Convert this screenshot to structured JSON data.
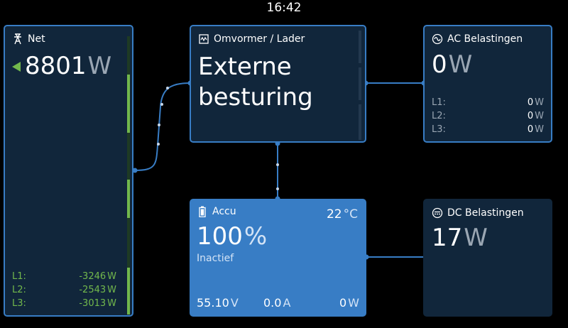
{
  "clock": "16:42",
  "colors": {
    "accent": "#387dc5",
    "tile_bg": "#11263b",
    "green": "#72b84c",
    "unit_gray": "#9aa6b3"
  },
  "grid": {
    "title": "Net",
    "icon": "power-pylon-icon",
    "power_value": "8801",
    "power_unit": "W",
    "phases": [
      {
        "label": "L1:",
        "value": "-3246",
        "unit": "W"
      },
      {
        "label": "L2:",
        "value": "-2543",
        "unit": "W"
      },
      {
        "label": "L3:",
        "value": "-3013",
        "unit": "W"
      }
    ]
  },
  "inverter": {
    "title": "Omvormer / Lader",
    "icon": "inverter-icon",
    "state_line1": "Externe",
    "state_line2": "besturing"
  },
  "ac_loads": {
    "title": "AC Belastingen",
    "icon": "ac-sine-icon",
    "power_value": "0",
    "power_unit": "W",
    "phases": [
      {
        "label": "L1:",
        "value": "0",
        "unit": "W"
      },
      {
        "label": "L2:",
        "value": "0",
        "unit": "W"
      },
      {
        "label": "L3:",
        "value": "0",
        "unit": "W"
      }
    ]
  },
  "battery": {
    "title": "Accu",
    "icon": "battery-icon",
    "temperature_value": "22",
    "temperature_unit": "°C",
    "soc_value": "100",
    "soc_unit": "%",
    "state": "Inactief",
    "voltage_value": "55.10",
    "voltage_unit": "V",
    "current_value": "0.0",
    "current_unit": "A",
    "power_value": "0",
    "power_unit": "W"
  },
  "dc_loads": {
    "title": "DC Belastingen",
    "icon": "dc-icon",
    "power_value": "17",
    "power_unit": "W"
  }
}
